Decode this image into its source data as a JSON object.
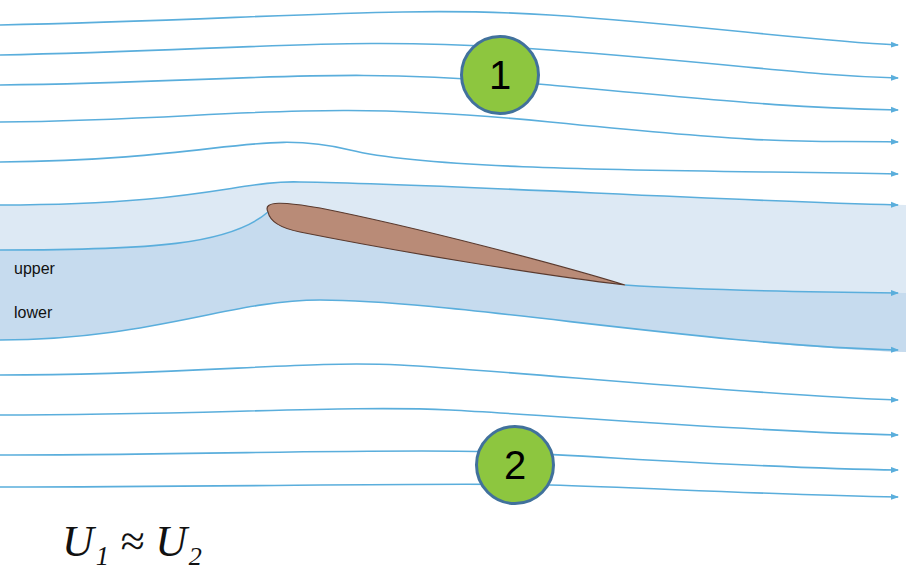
{
  "diagram": {
    "nodes": [
      {
        "text": [
          "1"
        ]
      },
      {
        "text": [
          "2"
        ]
      }
    ],
    "edges": [],
    "labels": [
      "upper",
      "lower",
      "U₁ ≈ U₂"
    ]
  }
}
